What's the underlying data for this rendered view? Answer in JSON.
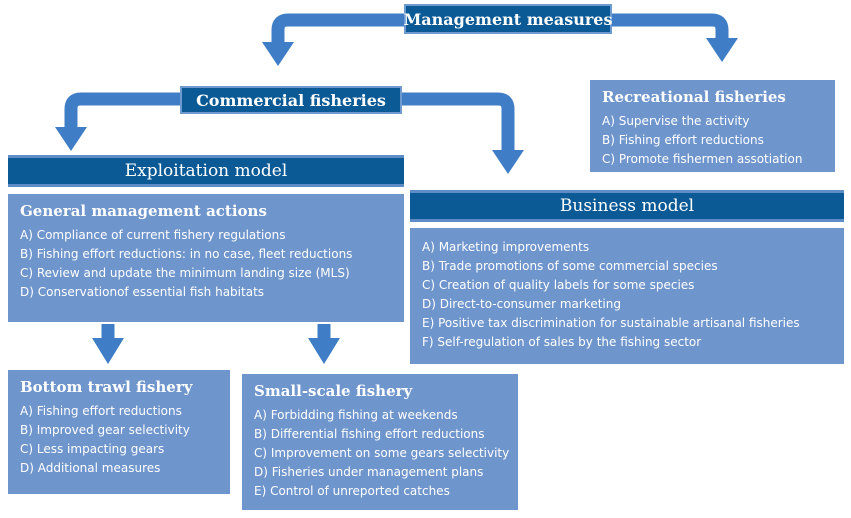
{
  "management": {
    "title": "Management measures"
  },
  "commercial": {
    "title": "Commercial fisheries"
  },
  "recreational": {
    "title": "Recreational fisheries",
    "items": [
      "A) Supervise the activity",
      "B) Fishing effort reductions",
      "C) Promote fishermen assotiation"
    ]
  },
  "exploitation": {
    "title": "Exploitation model"
  },
  "business": {
    "title": "Business model",
    "items": [
      "A) Marketing improvements",
      "B) Trade promotions of some commercial species",
      "C) Creation of quality labels for some species",
      "D) Direct-to-consumer marketing",
      "E) Positive tax discrimination for sustainable artisanal fisheries",
      "F) Self-regulation of sales by the fishing sector"
    ]
  },
  "general": {
    "title": "General management actions",
    "items": [
      "A) Compliance of current fishery regulations",
      "B) Fishing effort reductions: in no case, fleet reductions",
      "C) Review and update the minimum landing size (MLS)",
      "D) Conservationof essential fish habitats"
    ]
  },
  "bottom_trawl": {
    "title": "Bottom trawl fishery",
    "items": [
      "A) Fishing effort reductions",
      "B) Improved gear selectivity",
      "C) Less impacting gears",
      "D) Additional measures"
    ]
  },
  "small_scale": {
    "title": "Small-scale fishery",
    "items": [
      "A) Forbidding fishing at weekends",
      "B) Differential fishing effort reductions",
      "C) Improvement on some gears selectivity",
      "D) Fisheries under management plans",
      "E) Control of unreported catches"
    ]
  },
  "colors": {
    "header": "#0b5a96",
    "box": "#6f95cd",
    "arrow": "#3f7ec6"
  }
}
